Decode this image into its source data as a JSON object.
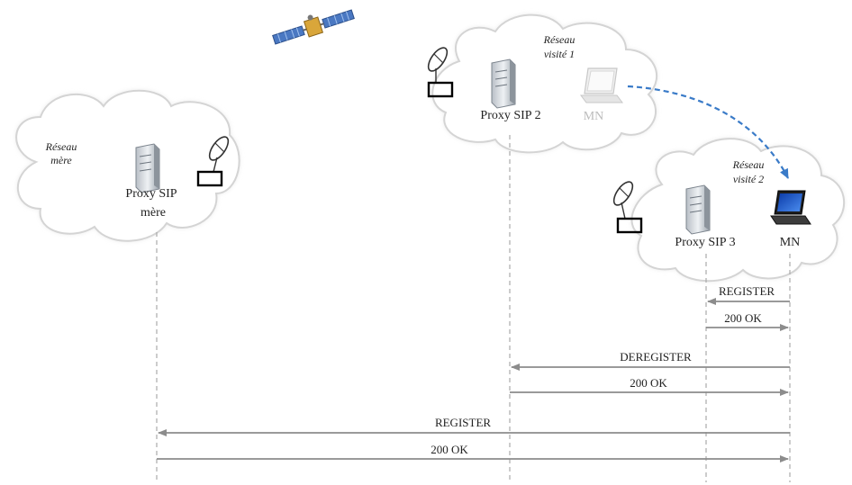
{
  "networks": {
    "home": {
      "label_line1": "Réseau",
      "label_line2": "mère",
      "proxy_line1": "Proxy SIP",
      "proxy_line2": "mère"
    },
    "visited1": {
      "label_line1": "Réseau",
      "label_line2": "visité 1",
      "proxy": "Proxy SIP 2",
      "node": "MN"
    },
    "visited2": {
      "label_line1": "Réseau",
      "label_line2": "visité 2",
      "proxy": "Proxy SIP 3",
      "node": "MN"
    }
  },
  "messages": [
    {
      "label": "REGISTER",
      "from": "MN",
      "to": "Proxy SIP 3"
    },
    {
      "label": "200 OK",
      "from": "Proxy SIP 3",
      "to": "MN"
    },
    {
      "label": "DEREGISTER",
      "from": "MN",
      "to": "Proxy SIP 2"
    },
    {
      "label": "200 OK",
      "from": "Proxy SIP 2",
      "to": "MN"
    },
    {
      "label": "REGISTER",
      "from": "MN",
      "to": "Proxy SIP mère"
    },
    {
      "label": "200 OK",
      "from": "Proxy SIP mère",
      "to": "MN"
    }
  ],
  "colors": {
    "cloud_fill": "#ffffff",
    "cloud_stroke": "#d4d4d4",
    "arrow": "#8c8c8c",
    "lifeline": "#aaaaaa",
    "move_arrow": "#3a7bc8",
    "text": "#222222",
    "faded_text": "#bbbbbb"
  },
  "icons": {
    "satellite": "satellite-icon",
    "antenna": "dish-antenna-icon",
    "server": "server-icon",
    "laptop": "laptop-icon"
  }
}
